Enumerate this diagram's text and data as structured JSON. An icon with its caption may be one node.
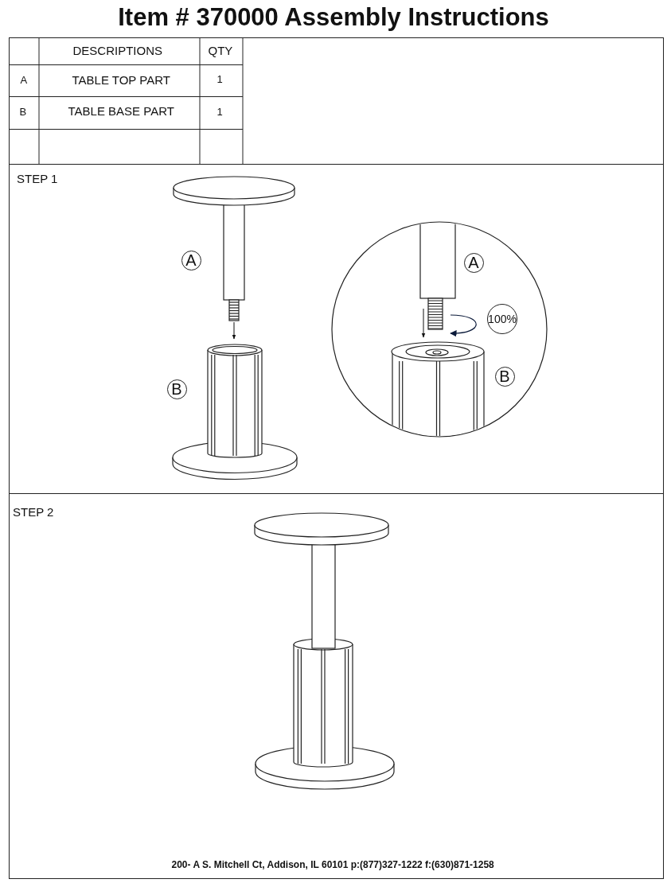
{
  "diagram": {
    "title": "Item # 370000 Assembly Instructions",
    "nodes": [
      {
        "text": [
          "A"
        ]
      },
      {
        "text": [
          "B"
        ]
      },
      {
        "text": [
          "A"
        ]
      },
      {
        "text": [
          "100%"
        ]
      },
      {
        "text": [
          "B"
        ]
      }
    ],
    "edges": [
      {
        "from": 0,
        "to": 1,
        "arrow": "to"
      }
    ],
    "labels": [
      "DESCRIPTIONS",
      "QTY",
      "A",
      "TABLE TOP PART",
      "1",
      "B",
      "TABLE BASE PART",
      "1",
      "STEP 1",
      "STEP 2",
      "200- A S. Mitchell Ct, Addison, IL 60101 p:(877)327-1222 f:(630)871-1258"
    ]
  }
}
